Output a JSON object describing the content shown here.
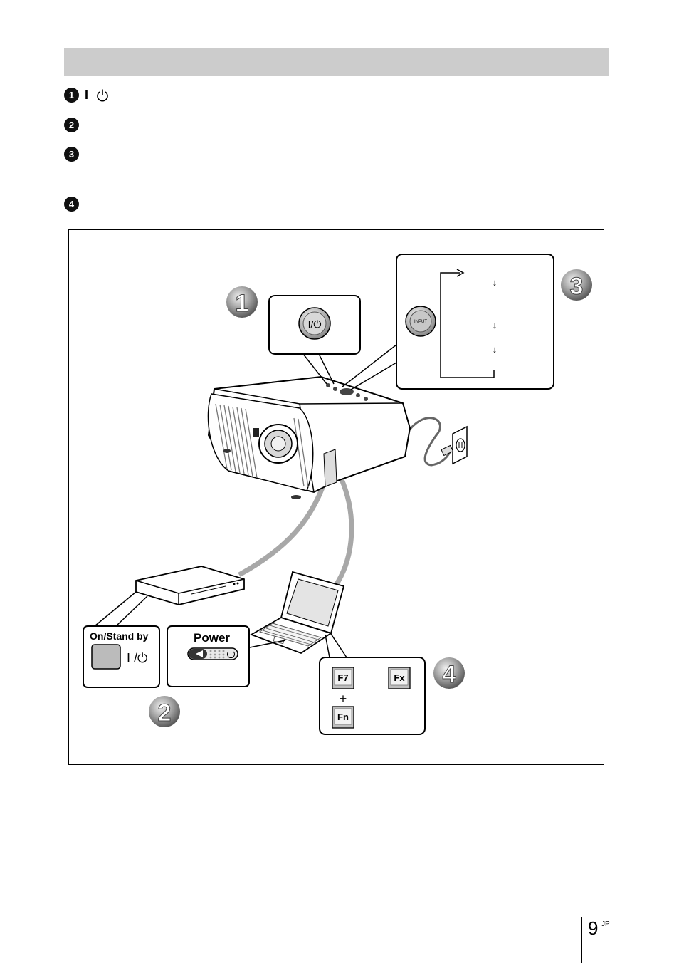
{
  "steps": [
    {
      "number": "1",
      "symbol": "I"
    },
    {
      "number": "2"
    },
    {
      "number": "3"
    },
    {
      "number": "4"
    }
  ],
  "figure": {
    "callouts": [
      "1",
      "2",
      "3",
      "4"
    ],
    "projector_button": "I/⏻",
    "input_button": "INPUT",
    "arrows": [
      "↓",
      "↓",
      "↓"
    ],
    "on_standby_label": "On/Stand by",
    "on_standby_symbol": "I /⏻",
    "power_label": "Power",
    "keys": {
      "f7": "F7",
      "plus": "+",
      "fn": "Fn",
      "fx": "Fx"
    }
  },
  "footer": {
    "page_number": "9",
    "page_suffix": "JP"
  }
}
